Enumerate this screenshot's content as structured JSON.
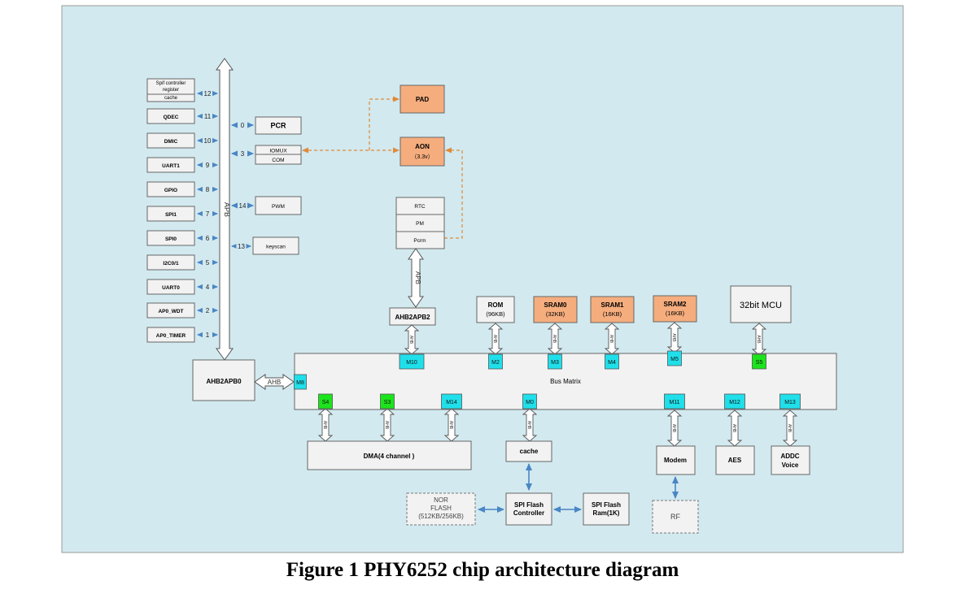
{
  "caption": "Figure 1 PHY6252 chip architecture diagram",
  "colors": {
    "background": "#d2e9ef",
    "block": "#f2f2f2",
    "orange": "#f5ad7e",
    "cyan": "#1fe0ea",
    "green": "#1ce41c",
    "bus_arrow": "#4a86c5",
    "aon_link": "#e08a38"
  },
  "apb_bus": {
    "label": "APB"
  },
  "left_devices": [
    {
      "id": "spif",
      "lines": [
        "Spif controller",
        "register"
      ],
      "sub": "cache",
      "port": "12"
    },
    {
      "id": "qdec",
      "label": "QDEC",
      "port": "11"
    },
    {
      "id": "dmic",
      "label": "DMIC",
      "port": "10"
    },
    {
      "id": "uart1",
      "label": "UART1",
      "port": "9"
    },
    {
      "id": "gpio",
      "label": "GPIO",
      "port": "8"
    },
    {
      "id": "spi1",
      "label": "SPI1",
      "port": "7"
    },
    {
      "id": "spi0",
      "label": "SPI0",
      "port": "6"
    },
    {
      "id": "i2c",
      "label": "I2C0/1",
      "port": "5"
    },
    {
      "id": "uart0",
      "label": "UART0",
      "port": "4"
    },
    {
      "id": "wdt",
      "label": "AP0_WDT",
      "port": "2"
    },
    {
      "id": "timer",
      "label": "AP0_TIMER",
      "port": "1"
    }
  ],
  "right_devices": [
    {
      "id": "pcr",
      "label": "PCR",
      "port": "0"
    },
    {
      "id": "iomux",
      "label": "IOMUX",
      "sub": "COM",
      "port": "3"
    },
    {
      "id": "pwm",
      "label": "PWM",
      "port": "14"
    },
    {
      "id": "keyscan",
      "label": "keyscan",
      "port": "13"
    }
  ],
  "pad": {
    "label": "PAD"
  },
  "aon": {
    "label": "AON",
    "sub": "（3.3v）"
  },
  "aon_stack": [
    "RTC",
    "PM",
    "Pcrm"
  ],
  "ahb2apb2": {
    "label": "AHB2APB2",
    "link_label": "APB"
  },
  "ahb2apb0": {
    "label": "AHB2APB0",
    "link_label": "AHB"
  },
  "bus_matrix": {
    "label": "Bus Matrix",
    "ahb_label": "AHB"
  },
  "top_modules": [
    {
      "id": "rom",
      "label": "ROM",
      "sub": "(96KB)",
      "port": "M2"
    },
    {
      "id": "sram0",
      "label": "SRAM0",
      "sub": "(32KB)",
      "port": "M3"
    },
    {
      "id": "sram1",
      "label": "SRAM1",
      "sub": "(16KB)",
      "port": "M4"
    },
    {
      "id": "sram2",
      "label": "SRAM2",
      "sub": "(16KB)",
      "port": "M5"
    },
    {
      "id": "mcu",
      "label": "32bit MCU",
      "port": "S5"
    }
  ],
  "m10_port": "M10",
  "m8_port": "M8",
  "bottom_ports": [
    "S4",
    "S3",
    "M14",
    "M0",
    "M11",
    "M12",
    "M13"
  ],
  "dma": {
    "label": "DMA(4 channel )"
  },
  "cache": {
    "label": "cache"
  },
  "spi_flash_controller": {
    "lines": [
      "SPI Flash",
      "Controller"
    ]
  },
  "spi_flash_ram": {
    "lines": [
      "SPI Flash",
      "Ram(1K)"
    ]
  },
  "nor_flash": {
    "lines": [
      "NOR",
      "FLASH",
      "(512KB/256KB)"
    ]
  },
  "modem": {
    "label": "Modem"
  },
  "rf": {
    "label": "RF"
  },
  "aes": {
    "label": "AES"
  },
  "addc": {
    "lines": [
      "ADDC",
      "Voice"
    ]
  }
}
